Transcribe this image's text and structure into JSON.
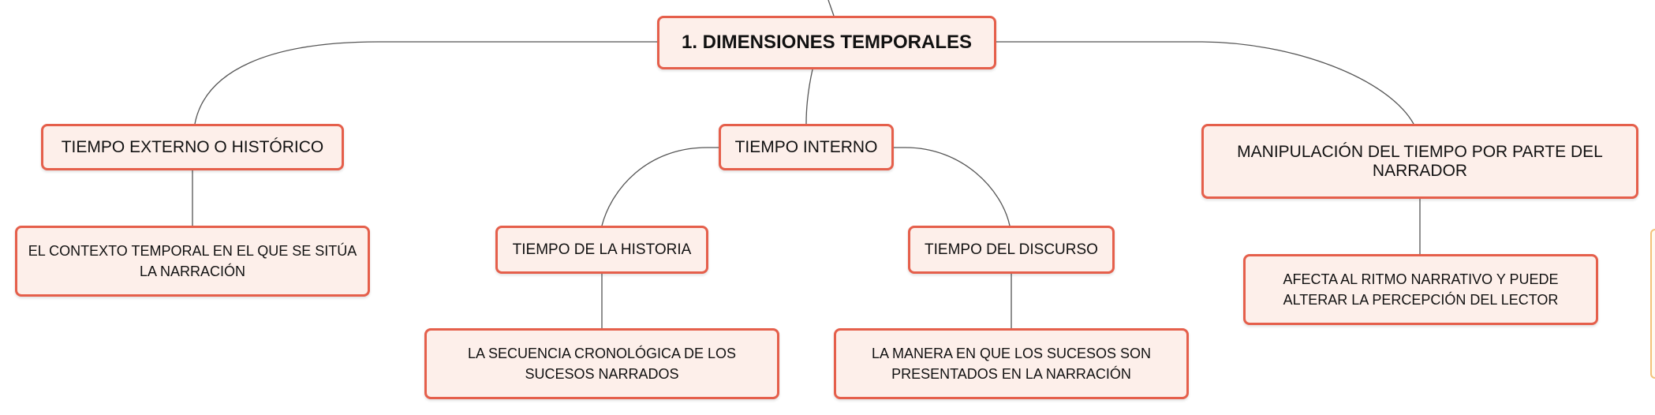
{
  "mindmap": {
    "root": {
      "label": "1. DIMENSIONES TEMPORALES"
    },
    "branches": [
      {
        "label": "TIEMPO EXTERNO O HISTÓRICO",
        "detail": "EL CONTEXTO TEMPORAL EN EL QUE SE SITÚA LA NARRACIÓN"
      },
      {
        "label": "TIEMPO INTERNO",
        "children": [
          {
            "label": "TIEMPO DE LA HISTORIA",
            "detail": "LA SECUENCIA CRONOLÓGICA DE LOS SUCESOS NARRADOS"
          },
          {
            "label": "TIEMPO DEL DISCURSO",
            "detail": "LA MANERA EN QUE LOS SUCESOS SON PRESENTADOS EN LA NARRACIÓN"
          }
        ]
      },
      {
        "label": "MANIPULACIÓN DEL TIEMPO POR PARTE DEL NARRADOR",
        "detail": "AFECTA AL RITMO NARRATIVO Y PUEDE ALTERAR LA PERCEPCIÓN DEL LECTOR"
      }
    ]
  },
  "colors": {
    "node_fill": "#fdefea",
    "node_border": "#e55f4b",
    "connector": "#555555",
    "text": "#111111"
  }
}
